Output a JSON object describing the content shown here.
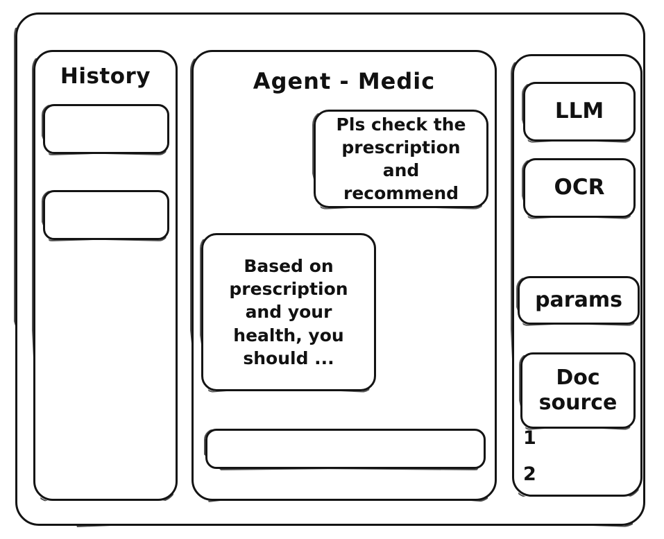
{
  "window": {
    "frame_name": "app-window"
  },
  "sidebar_history": {
    "title": "History",
    "items": [
      {
        "label": ""
      },
      {
        "label": ""
      }
    ]
  },
  "main": {
    "title": "Agent - Medic",
    "messages": [
      {
        "role": "user",
        "text": "Pls check the prescription and recommend"
      },
      {
        "role": "agent",
        "text": "Based on prescription and your health, you should ..."
      }
    ],
    "composer": {
      "value": "",
      "placeholder": ""
    }
  },
  "tools_panel": {
    "items": [
      {
        "label": "LLM"
      },
      {
        "label": "OCR"
      },
      {
        "label": "params"
      },
      {
        "label": "Doc source"
      }
    ],
    "doc_refs": [
      "1",
      "2"
    ]
  },
  "colors": {
    "stroke": "#141414",
    "background": "#ffffff"
  }
}
